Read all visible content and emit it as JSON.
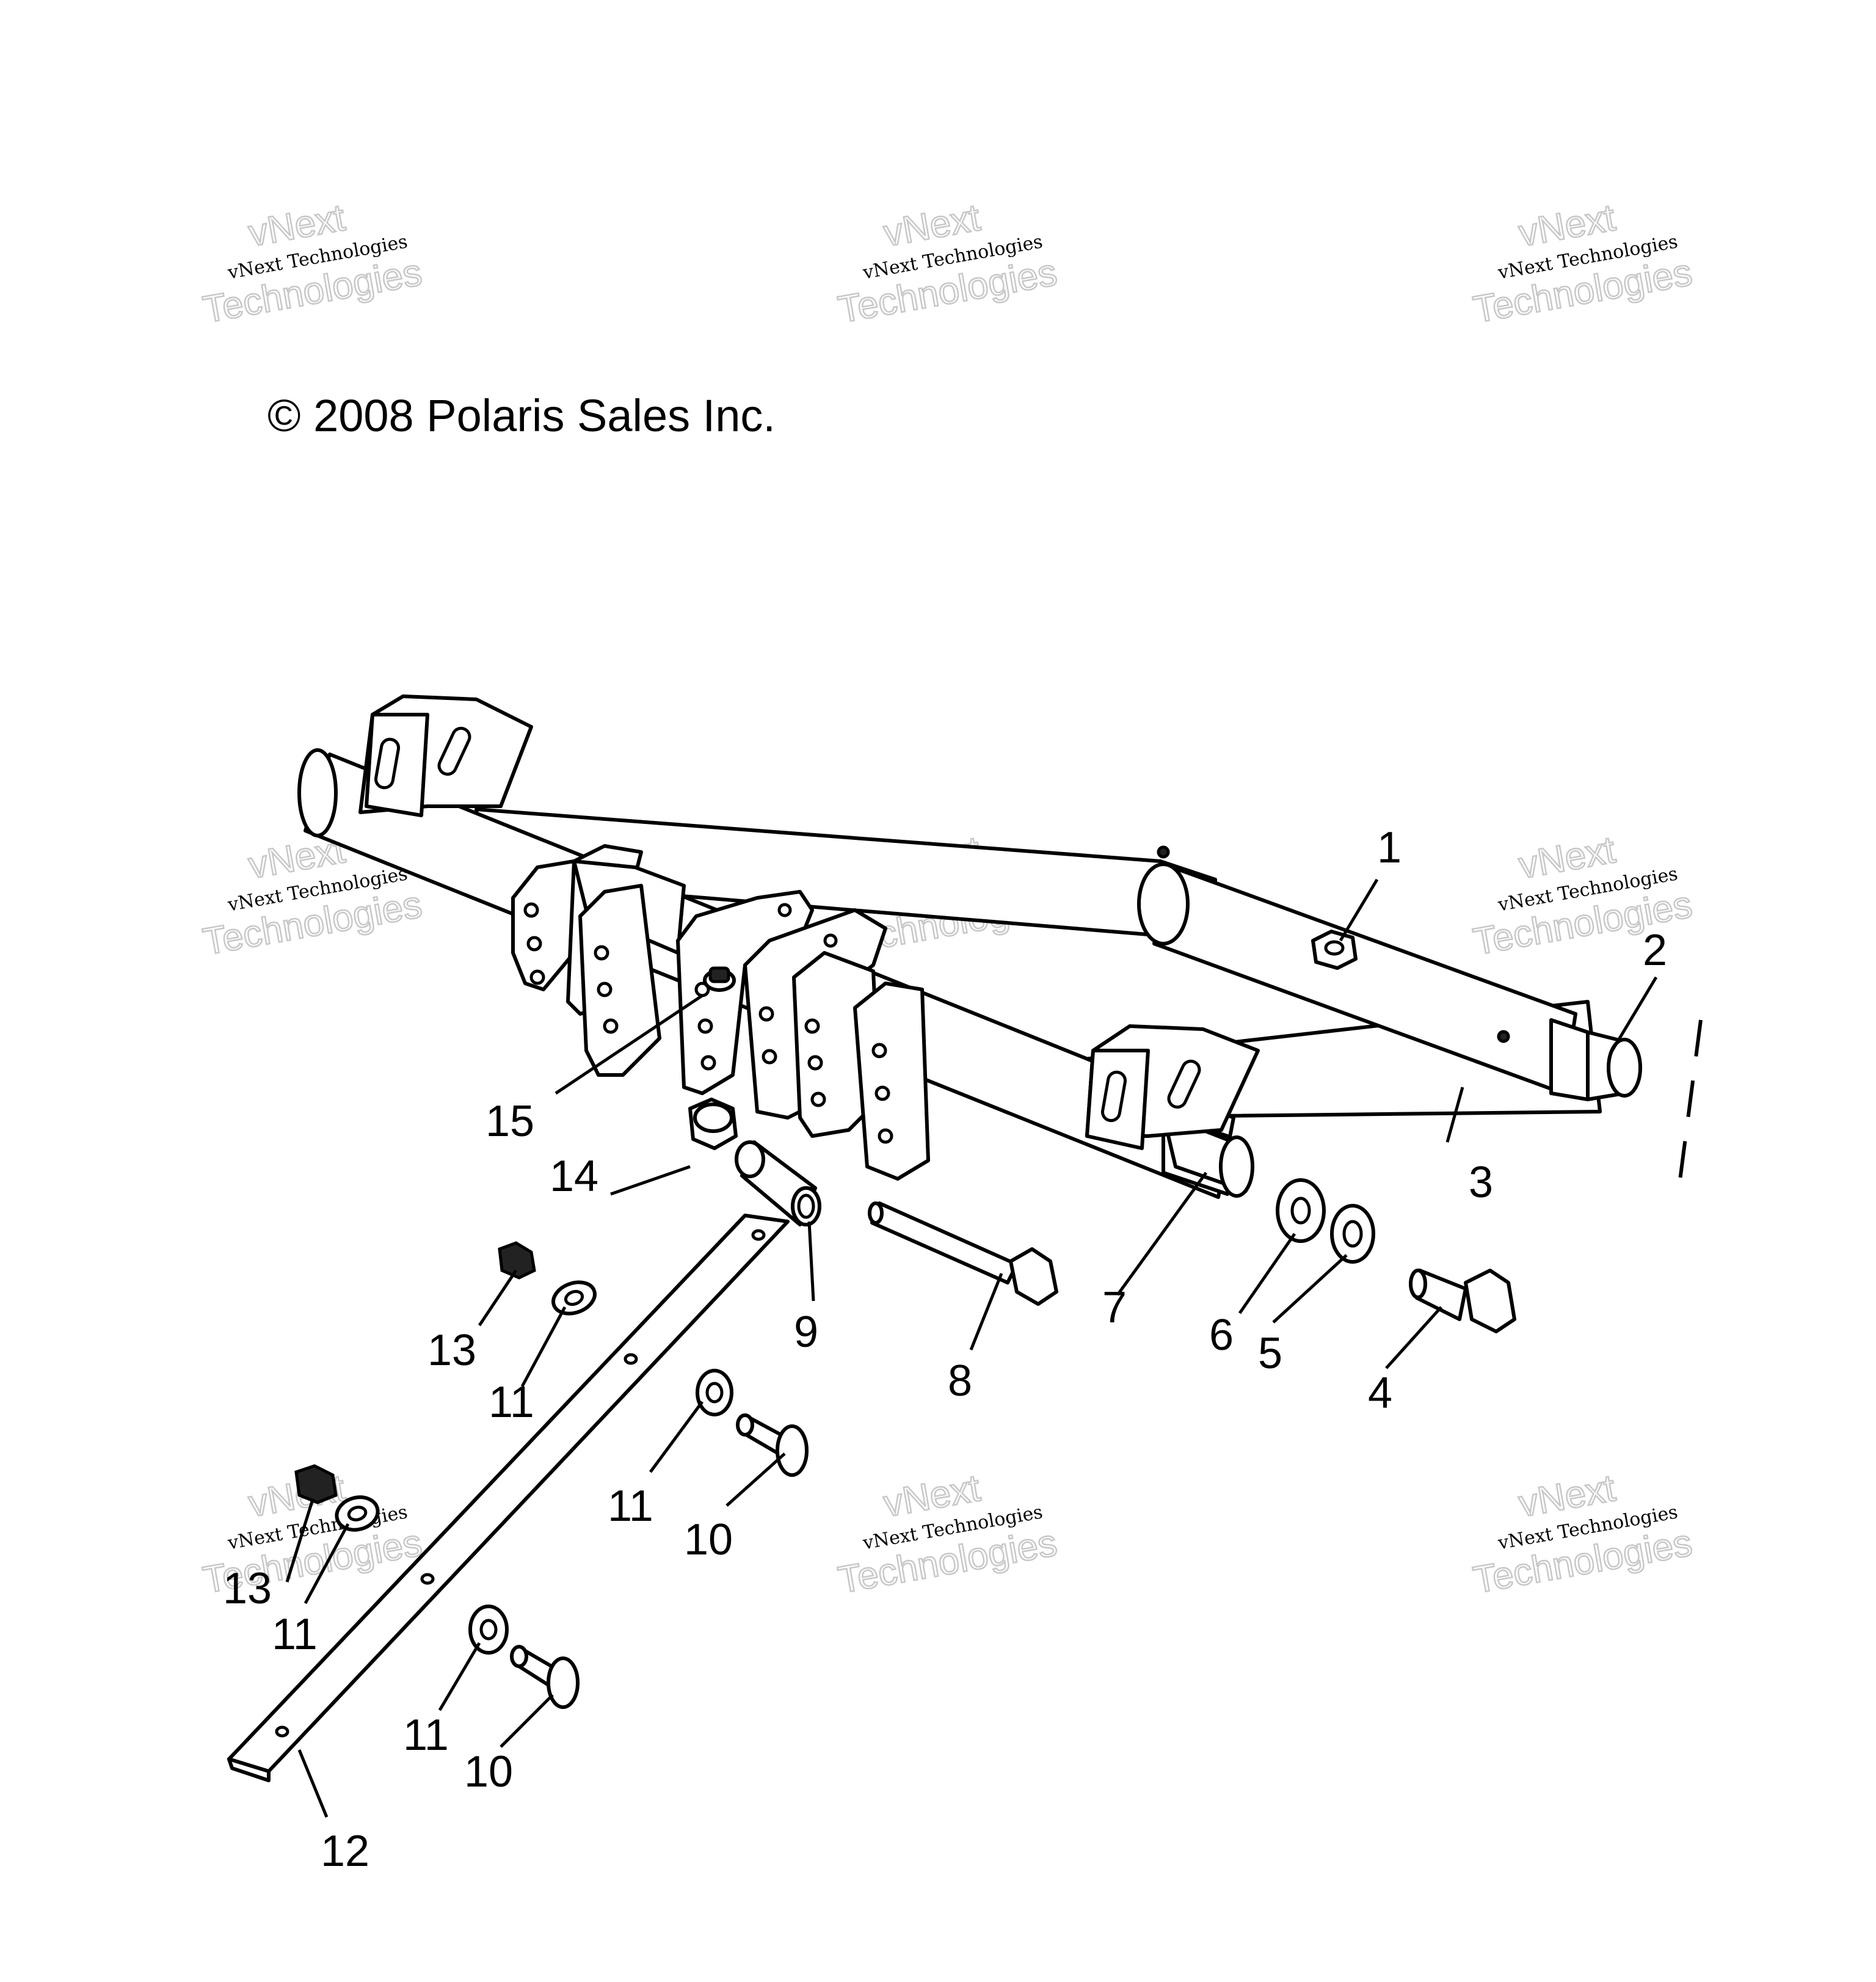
{
  "copyright": "© 2008 Polaris Sales Inc.",
  "watermark": {
    "line1": "vNext",
    "line2": "vNext Technologies",
    "line3": "Technologies"
  },
  "callouts": {
    "c1": "1",
    "c2": "2",
    "c3": "3",
    "c4": "4",
    "c5": "5",
    "c6": "6",
    "c7": "7",
    "c8": "8",
    "c9": "9",
    "c10a": "10",
    "c10b": "10",
    "c11a": "11",
    "c11b": "11",
    "c11c": "11",
    "c11d": "11",
    "c12": "12",
    "c13a": "13",
    "c13b": "13",
    "c14": "14",
    "c15": "15"
  }
}
